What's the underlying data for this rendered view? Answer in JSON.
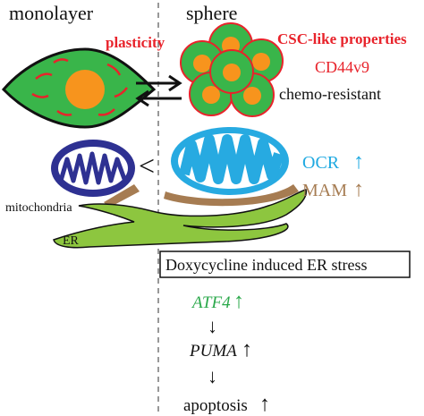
{
  "headers": {
    "monolayer": "monolayer",
    "sphere": "sphere"
  },
  "labels": {
    "plasticity": "plasticity",
    "csc_like": "CSC-like properties",
    "cd44v9": "CD44v9",
    "chemo_resistant": "chemo-resistant",
    "mitochondria": "mitochondria",
    "er": "ER",
    "ocr": "OCR",
    "mam": "MAM",
    "less_than": "<",
    "stress_box": "Doxycycline induced ER stress",
    "atf4": "ATF4",
    "puma": "PUMA",
    "apoptosis": "apoptosis",
    "up_arrow": "↑",
    "down_arrow": "↓"
  },
  "colors": {
    "plasticity": "#e8232b",
    "csc_like": "#e8232b",
    "cd44v9": "#e8232b",
    "ocr": "#1fa9e1",
    "mam": "#a67c52",
    "atf4": "#2aa84a",
    "cell_green": "#39b54a",
    "cell_orange": "#f7941d",
    "er_green": "#8dc63f",
    "mito_blue": "#2e3192",
    "mito_light_blue": "#27aae1",
    "mam_brown": "#a67c52"
  }
}
